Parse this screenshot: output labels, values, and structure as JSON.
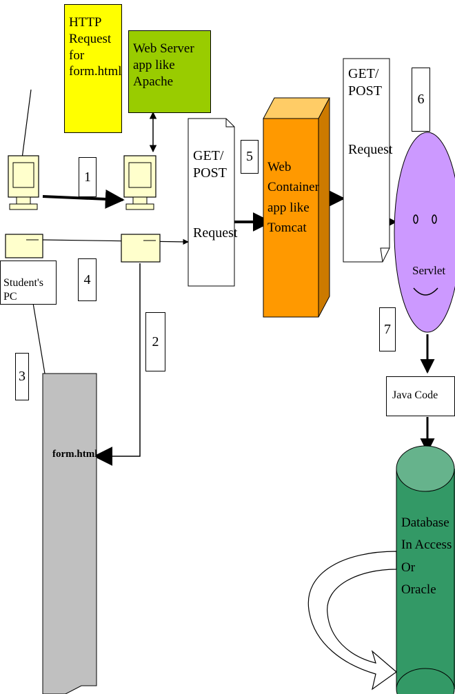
{
  "labels": {
    "http_request": "HTTP Request for form.html",
    "web_server": "Web Server app like Apache",
    "get_post_1": "GET/ POST",
    "get_post_1_request": "Request",
    "get_post_2": "GET/ POST",
    "get_post_2_request": "Request",
    "web_container": "Web Container app like Tomcat",
    "servlet": "Servlet",
    "students_pc": "Student's PC",
    "java_code": "Java Code",
    "form_html": "form.html",
    "database": "Database In Access Or Oracle"
  },
  "steps": {
    "s1": "1",
    "s2": "2",
    "s3": "3",
    "s4": "4",
    "s5": "5",
    "s6": "6",
    "s7": "7"
  },
  "colors": {
    "yellow_box": "#ffff00",
    "green_box": "#99cc00",
    "container_front": "#ff9900",
    "container_side": "#cc7a00",
    "servlet": "#cc99ff",
    "database": "#339966",
    "database_top": "#66b38c",
    "document": "#c0c0c0",
    "computer": "#ffffcc"
  }
}
